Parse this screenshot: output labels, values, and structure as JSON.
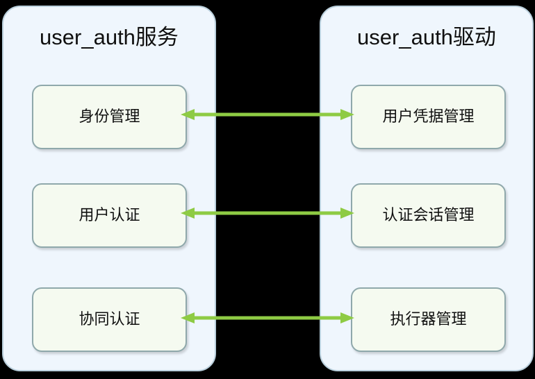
{
  "diagram": {
    "type": "two-column-component-mapping",
    "background_color": "#000000",
    "panel_fill": "#eff6fd",
    "panel_border": "#b9cfdc",
    "box_fill": "#f5faf0",
    "box_border": "#8fa8ab",
    "arrow_color": "#8ecb44",
    "text_color": "#101010"
  },
  "panels": [
    {
      "id": "left",
      "title": "user_auth服务",
      "boxes": [
        {
          "label": "身份管理"
        },
        {
          "label": "用户认证"
        },
        {
          "label": "协同认证"
        }
      ]
    },
    {
      "id": "right",
      "title": "user_auth驱动",
      "boxes": [
        {
          "label": "用户凭据管理"
        },
        {
          "label": "认证会话管理"
        },
        {
          "label": "执行器管理"
        }
      ]
    }
  ],
  "connectors": [
    {
      "from": "身份管理",
      "to": "用户凭据管理",
      "direction": "bidirectional"
    },
    {
      "from": "用户认证",
      "to": "认证会话管理",
      "direction": "bidirectional"
    },
    {
      "from": "协同认证",
      "to": "执行器管理",
      "direction": "bidirectional"
    }
  ]
}
